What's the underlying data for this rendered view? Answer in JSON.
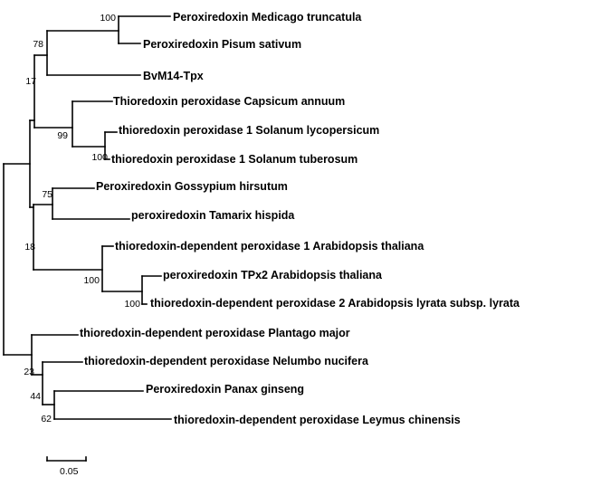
{
  "tree": {
    "leaves": [
      "Peroxiredoxin Medicago truncatula",
      "Peroxiredoxin Pisum sativum",
      "BvM14-Tpx",
      "Thioredoxin peroxidase Capsicum annuum",
      "thioredoxin peroxidase 1 Solanum lycopersicum",
      "thioredoxin peroxidase 1 Solanum tuberosum",
      "Peroxiredoxin Gossypium hirsutum",
      "peroxiredoxin Tamarix hispida",
      "thioredoxin-dependent peroxidase 1 Arabidopsis thaliana",
      "peroxiredoxin TPx2 Arabidopsis thaliana",
      "thioredoxin-dependent peroxidase 2 Arabidopsis lyrata subsp. lyrata",
      "thioredoxin-dependent peroxidase Plantago major",
      "thioredoxin-dependent peroxidase Nelumbo nucifera",
      "Peroxiredoxin Panax ginseng",
      "thioredoxin-dependent peroxidase Leymus chinensis"
    ],
    "supports": [
      "100",
      "78",
      "17",
      "99",
      "100",
      "75",
      "18",
      "100",
      "100",
      "23",
      "44",
      "62"
    ],
    "scale_label": "0.05"
  }
}
